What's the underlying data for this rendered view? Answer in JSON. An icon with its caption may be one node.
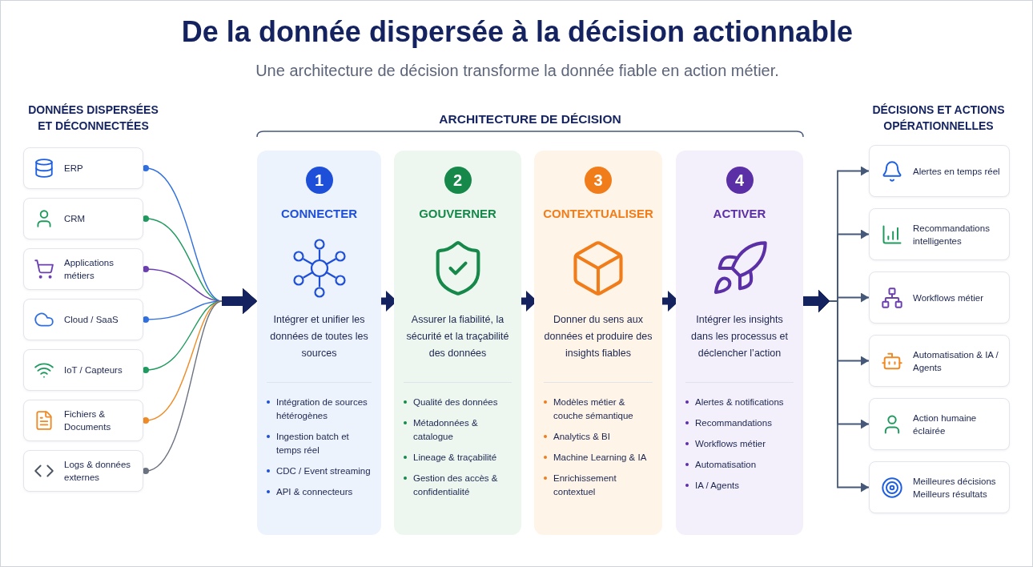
{
  "diagram": {
    "title": "De la donnée dispersée à la décision actionnable",
    "nodes": [
      {
        "text": [
          "ERP"
        ]
      },
      {
        "text": [
          "CRM"
        ]
      },
      {
        "text": [
          "Applications métiers"
        ]
      },
      {
        "text": [
          "Cloud / SaaS"
        ]
      },
      {
        "text": [
          "IoT / Capteurs"
        ]
      },
      {
        "text": [
          "Fichiers & Documents"
        ]
      },
      {
        "text": [
          "Logs & données externes"
        ]
      },
      {
        "text": [
          "1",
          "CONNECTER",
          "Intégrer et unifier les données de toutes les sources",
          "Intégration de sources hétérogènes",
          "Ingestion batch et temps réel",
          "CDC / Event streaming",
          "API & connecteurs"
        ]
      },
      {
        "text": [
          "2",
          "GOUVERNER",
          "Assurer la fiabilité, la sécurité et la traçabilité des données",
          "Qualité des données",
          "Métadonnées & catalogue",
          "Lineage & traçabilité",
          "Gestion des accès & confidentialité"
        ]
      },
      {
        "text": [
          "3",
          "CONTEXTUALISER",
          "Donner du sens aux données et produire des insights fiables",
          "Modèles métier & couche sémantique",
          "Analytics & BI",
          "Machine Learning & IA",
          "Enrichissement contextuel"
        ]
      },
      {
        "text": [
          "4",
          "ACTIVER",
          "Intégrer les insights dans les processus et déclencher l’action",
          "Alertes & notifications",
          "Recommandations",
          "Workflows métier",
          "Automatisation",
          "IA / Agents"
        ]
      },
      {
        "text": [
          "Alertes en temps réel"
        ]
      },
      {
        "text": [
          "Recommandations intelligentes"
        ]
      },
      {
        "text": [
          "Workflows métier"
        ]
      },
      {
        "text": [
          "Automatisation & IA / Agents"
        ]
      },
      {
        "text": [
          "Action humaine éclairée"
        ]
      },
      {
        "text": [
          "Meilleures décisions Meilleurs résultats"
        ]
      }
    ],
    "edges": [
      {
        "from": 0,
        "to": 7,
        "arrow": "to",
        "color": "#2f6fe0"
      },
      {
        "from": 1,
        "to": 7,
        "arrow": "to",
        "color": "#1f9a5e"
      },
      {
        "from": 2,
        "to": 7,
        "arrow": "to",
        "color": "#6b3fb0"
      },
      {
        "from": 3,
        "to": 7,
        "arrow": "to",
        "color": "#2f6fe0"
      },
      {
        "from": 4,
        "to": 7,
        "arrow": "to",
        "color": "#1f9a5e"
      },
      {
        "from": 5,
        "to": 7,
        "arrow": "to",
        "color": "#f08a24"
      },
      {
        "from": 6,
        "to": 7,
        "arrow": "to",
        "color": "#6b7280"
      },
      {
        "from": 7,
        "to": 8,
        "arrow": "to",
        "style": "thick"
      },
      {
        "from": 8,
        "to": 9,
        "arrow": "to",
        "style": "thick"
      },
      {
        "from": 9,
        "to": 10,
        "arrow": "to",
        "style": "thick"
      },
      {
        "from": 10,
        "to": 11,
        "arrow": "to"
      },
      {
        "from": 10,
        "to": 12,
        "arrow": "to"
      },
      {
        "from": 10,
        "to": 13,
        "arrow": "to"
      },
      {
        "from": 10,
        "to": 14,
        "arrow": "to"
      },
      {
        "from": 10,
        "to": 15,
        "arrow": "to"
      },
      {
        "from": 10,
        "to": 16,
        "arrow": "to"
      }
    ],
    "labels": [
      "Une architecture de décision transforme la donnée fiable en action métier.",
      "DONNÉES DISPERSÉES ET DÉCONNECTÉES",
      "ARCHITECTURE DE DÉCISION",
      "DÉCISIONS ET ACTIONS OPÉRATIONNELLES"
    ]
  }
}
